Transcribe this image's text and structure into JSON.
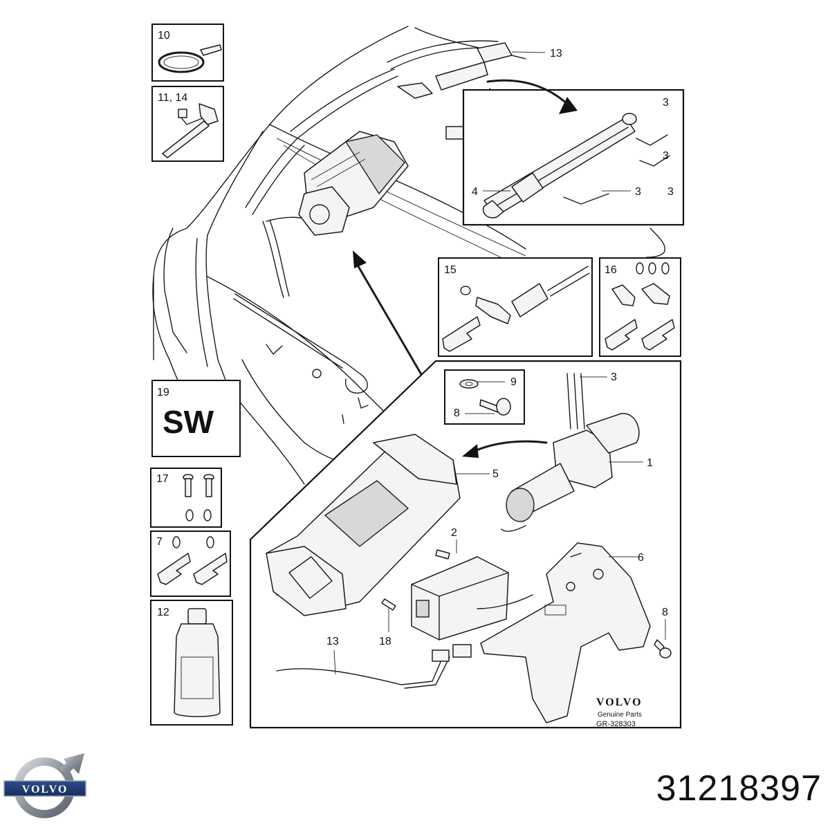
{
  "brand": {
    "logo_text": "VOLVO"
  },
  "part_number": "31218397",
  "diagram": {
    "reference_block": {
      "brand": "VOLVO",
      "subtitle": "Genuine Parts",
      "code": "GR-328303"
    },
    "insets": {
      "i10": "10",
      "i11": "11, 14",
      "i15": "15",
      "i16": "16",
      "i17": "17",
      "i7": "7",
      "i12": "12",
      "i19": "19",
      "sw": "SW"
    },
    "callouts": {
      "c13_top": "13",
      "c3_a": "3",
      "c3_b": "3",
      "c3_c": "3",
      "c4": "4",
      "c3_main": "3",
      "c9": "9",
      "c8_a": "8",
      "c1": "1",
      "c5": "5",
      "c2": "2",
      "c6": "6",
      "c8_b": "8",
      "c13_bottom": "13",
      "c18": "18"
    }
  }
}
